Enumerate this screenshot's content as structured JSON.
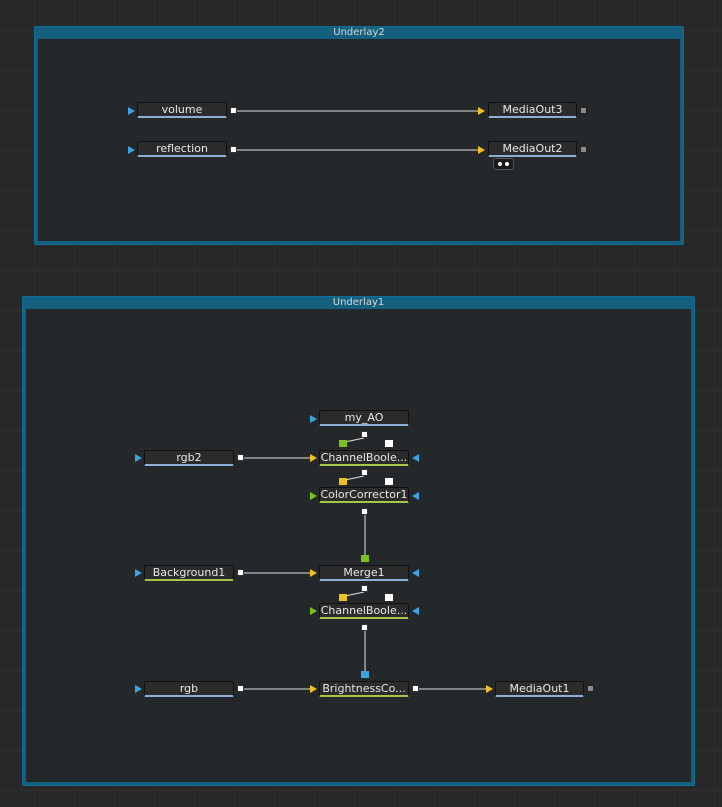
{
  "underlays": {
    "underlay2": {
      "title": "Underlay2"
    },
    "underlay1": {
      "title": "Underlay1"
    }
  },
  "nodes": {
    "volume": "volume",
    "reflection": "reflection",
    "mediaout3": "MediaOut3",
    "mediaout2": "MediaOut2",
    "my_ao": "my_AO",
    "rgb2": "rgb2",
    "channelbool1": "ChannelBoole...",
    "colorcorrector1": "ColorCorrector1",
    "background1": "Background1",
    "merge1": "Merge1",
    "channelbool2": "ChannelBoole...",
    "rgb": "rgb",
    "brightnessco": "BrightnessCo...",
    "mediaout1": "MediaOut1"
  },
  "colors": {
    "canvas": "#282828",
    "underlay_header": "#15607f",
    "underlay_body": "#25282b",
    "underline_blue": "#8db0d9",
    "underline_green": "#a5c64a",
    "port_blue": "#3aa3e0",
    "port_yellow": "#f0c020",
    "port_green": "#7cc21f"
  }
}
